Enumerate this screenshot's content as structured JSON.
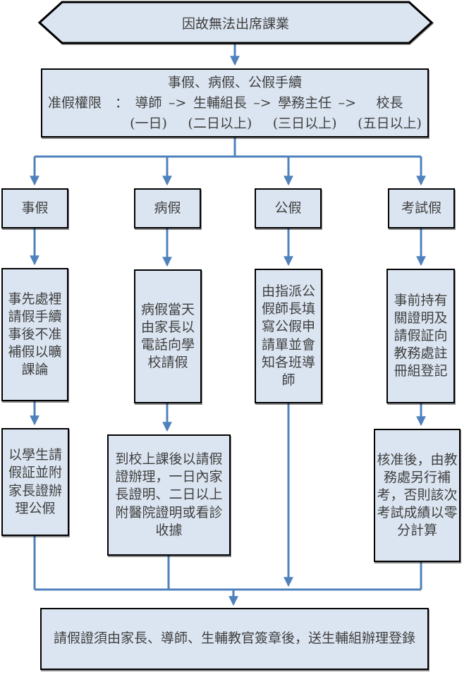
{
  "colors": {
    "box_fill": "#dbe5f1",
    "box_border": "#000000",
    "connector_blue": "#4f81bd",
    "text": "#3f3f3f"
  },
  "start": {
    "label": "因故無法出席課業"
  },
  "procedure": {
    "title": "事假、病假、公假手續",
    "permission_label": "准假權限　：",
    "arrow": "–>",
    "approvers": [
      {
        "name": "導師",
        "days": "(一日)"
      },
      {
        "name": "生輔組長",
        "days": "(二日以上)"
      },
      {
        "name": "學務主任",
        "days": "(三日以上)"
      },
      {
        "name": "校長",
        "days": "(五日以上)"
      }
    ]
  },
  "branches": [
    {
      "label": "事假",
      "steps": [
        "事先處裡\n請假手續\n事後不准\n補假以曠\n課論",
        "以學生請\n假証並附\n家長證辦\n理公假"
      ]
    },
    {
      "label": "病假",
      "steps": [
        "病假當天\n由家長以\n電話向學\n校請假",
        "到校上課後以請假\n證辦理，一日內家\n長證明、二日以上\n附醫院證明或看診\n收據"
      ]
    },
    {
      "label": "公假",
      "steps": [
        "由指派公\n假師長填\n寫公假申\n請單並會\n知各班導\n師"
      ]
    },
    {
      "label": "考試假",
      "steps": [
        "事前持有\n關證明及\n請假証向\n教務處註\n冊組登記",
        "核准後，由教\n務處另行補\n考，否則該次\n考試成績以零\n分計算"
      ]
    }
  ],
  "end": {
    "label": "請假證須由家長、導師、生輔教官簽章後，送生輔組辦理登錄"
  }
}
